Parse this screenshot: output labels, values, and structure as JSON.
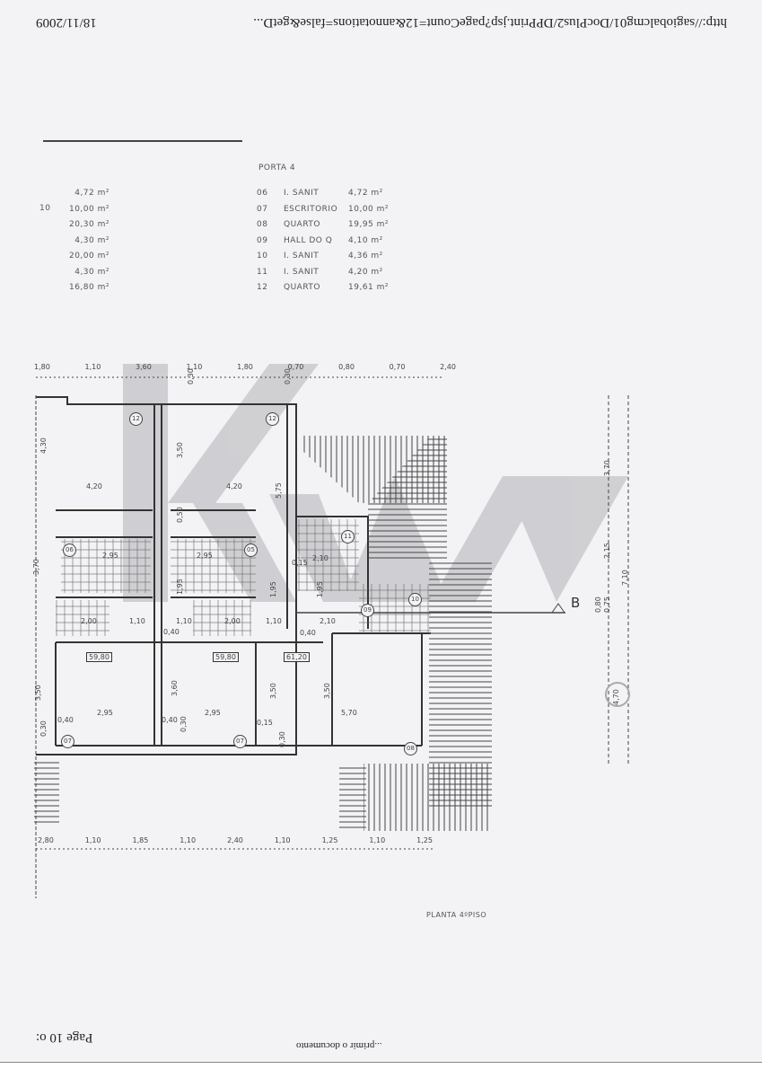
{
  "header": {
    "url": "http://sagiobalcmg01/DocPlus2/DPPrint.jsp?pageCount=12&annotations=false&getD...",
    "date": "18/11/2009"
  },
  "footer": {
    "page": "Page 10 o:",
    "document": "...primir o documento"
  },
  "watermark": {
    "logo_text": "KW",
    "color": "#c8c8cc"
  },
  "schedule": {
    "title": "PORTA 4",
    "left_marker": "10",
    "left_areas": [
      "4,72 m²",
      "10,00 m²",
      "20,30 m²",
      "4,30 m²",
      "20,00 m²",
      "4,30 m²",
      "16,80 m²"
    ],
    "rows": [
      {
        "num": "06",
        "name": "I. SANIT",
        "area": "4,72 m²"
      },
      {
        "num": "07",
        "name": "ESCRITORIO",
        "area": "10,00 m²"
      },
      {
        "num": "08",
        "name": "QUARTO",
        "area": "19,95 m²"
      },
      {
        "num": "09",
        "name": "HALL DO Q",
        "area": "4,10 m²"
      },
      {
        "num": "10",
        "name": "I. SANIT",
        "area": "4,36 m²"
      },
      {
        "num": "11",
        "name": "I. SANIT",
        "area": "4,20 m²"
      },
      {
        "num": "12",
        "name": "QUARTO",
        "area": "19,61 m²"
      }
    ]
  },
  "top_dims": [
    "1,80",
    "1,10",
    "3,60",
    "1,10",
    "1,80",
    "0,70",
    "0,80",
    "0,70",
    "2,40"
  ],
  "bottom_dims": [
    "2,80",
    "1,10",
    "1,85",
    "1,10",
    "2,40",
    "1,10",
    "1,25",
    "1,10",
    "1,25"
  ],
  "right_dims": [
    "3,70",
    "2,15",
    "7,10",
    "0,80",
    "0,75"
  ],
  "section_marker": "B",
  "plan_labels": {
    "room12a": "12",
    "room12b": "12",
    "room11": "11",
    "room10": "10",
    "room09": "09",
    "room06": "06",
    "room05": "05",
    "room07a": "07",
    "room07b": "07",
    "room08": "08",
    "area1": "59,80",
    "area2": "59,80",
    "area3": "61,20",
    "w1": "4,20",
    "w2": "4,20",
    "h1": "4,30",
    "h2": "3,50",
    "t1": "0,30",
    "t2": "0,30",
    "b1": "2,95",
    "b2": "2,95",
    "s1": "2,00",
    "s2": "2,00",
    "c1": "1,10",
    "c2": "1,10",
    "c3": "1,10",
    "v1": "1,95",
    "v2": "1,95",
    "v3": "1,95",
    "x1": "2,10",
    "x2": "2,10",
    "p1": "0,40",
    "p2": "0,40",
    "p3": "0,15",
    "r1": "2,95",
    "r2": "2,95",
    "r3": "5,70",
    "q1": "3,50",
    "q2": "3,60",
    "q3": "3,50",
    "q4": "3,50",
    "m1": "0,40",
    "m2": "0,40",
    "m3": "0,15",
    "z1": "0,30",
    "z2": "0,30",
    "z3": "0,30",
    "k1": "5,75",
    "k2": "0,50",
    "k3": "3,70",
    "stamp": "4,70"
  },
  "plan_title": "PLANTA 4ºPISO"
}
